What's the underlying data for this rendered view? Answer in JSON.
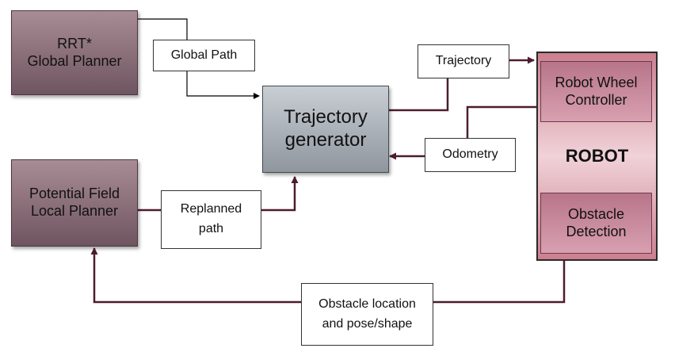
{
  "blocks": {
    "rrt": {
      "line1": "RRT*",
      "line2": "Global Planner"
    },
    "potential": {
      "line1": "Potential Field",
      "line2": "Local Planner"
    },
    "generator": {
      "line1": "Trajectory",
      "line2": "generator"
    },
    "robot": {
      "title": "ROBOT",
      "controller": {
        "line1": "Robot Wheel",
        "line2": "Controller"
      },
      "detection": {
        "line1": "Obstacle",
        "line2": "Detection"
      }
    }
  },
  "edge_labels": {
    "global_path": "Global Path",
    "trajectory": "Trajectory",
    "odometry": "Odometry",
    "replanned": {
      "line1": "Replanned",
      "line2": "path"
    },
    "obstacle": {
      "line1": "Obstacle location",
      "line2": "and pose/shape"
    }
  },
  "colors": {
    "connector_dark": "#4d1c2e",
    "connector_black": "#000000",
    "planner_fill": "#8a6f7a",
    "generator_fill": "#b0b6bc",
    "robot_fill": "#d98f9f"
  }
}
